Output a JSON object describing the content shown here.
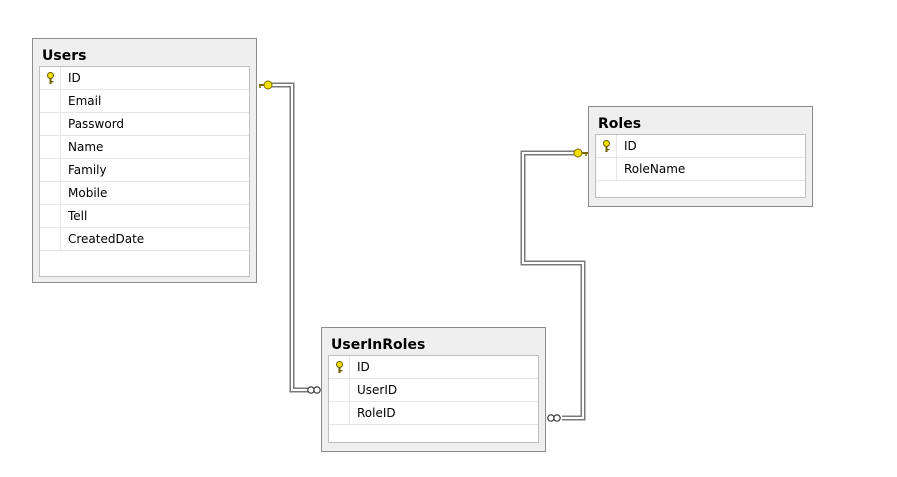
{
  "tables": {
    "users": {
      "title": "Users",
      "columns": [
        {
          "name": "ID",
          "primary_key": true
        },
        {
          "name": "Email",
          "primary_key": false
        },
        {
          "name": "Password",
          "primary_key": false
        },
        {
          "name": "Name",
          "primary_key": false
        },
        {
          "name": "Family",
          "primary_key": false
        },
        {
          "name": "Mobile",
          "primary_key": false
        },
        {
          "name": "Tell",
          "primary_key": false
        },
        {
          "name": "CreatedDate",
          "primary_key": false
        }
      ]
    },
    "roles": {
      "title": "Roles",
      "columns": [
        {
          "name": "ID",
          "primary_key": true
        },
        {
          "name": "RoleName",
          "primary_key": false
        }
      ]
    },
    "user_in_roles": {
      "title": "UserInRoles",
      "columns": [
        {
          "name": "ID",
          "primary_key": true
        },
        {
          "name": "UserID",
          "primary_key": false
        },
        {
          "name": "RoleID",
          "primary_key": false
        }
      ]
    }
  },
  "relationships": [
    {
      "one_table": "Users",
      "many_table": "UserInRoles",
      "one_end": "key-icon",
      "many_end": "infinity-icon"
    },
    {
      "one_table": "Roles",
      "many_table": "UserInRoles",
      "one_end": "key-icon",
      "many_end": "infinity-icon"
    }
  ],
  "colors": {
    "table_header_bg": "#efefef",
    "table_border": "#8c8c8c",
    "key_icon": "#f5e100",
    "relationship_line": "#7a7a7a"
  }
}
